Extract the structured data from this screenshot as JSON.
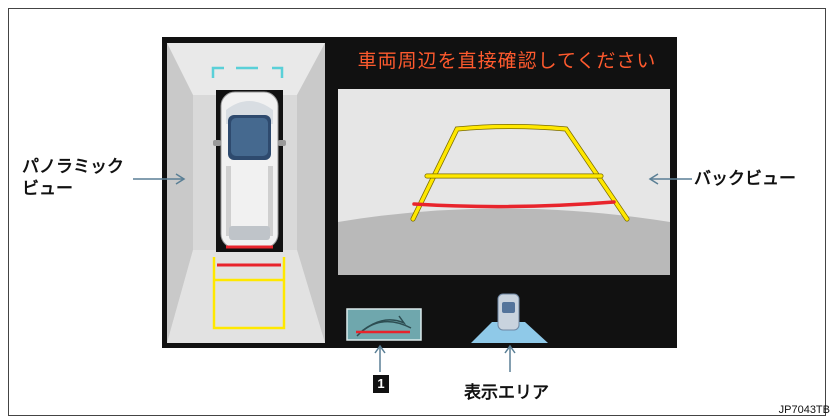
{
  "screen": {
    "message": "車両周辺を直接確認してください"
  },
  "labels": {
    "panorama_view": "パノラミック\nビュー",
    "back_view": "バックビュー",
    "display_area": "表示エリア",
    "callout_number": "1"
  },
  "figure_code": "JP7043TB",
  "colors": {
    "message_text": "#ff5a2e",
    "guide_yellow": "#ffe800",
    "guide_red": "#e8242c",
    "guide_cyan": "#5ad0d8",
    "button_teal": "#6fa7ad",
    "display_area_blue": "#8fc9e8"
  },
  "icons": {
    "guide_lines_button": "guide-lines-icon",
    "display_area_car": "car-top-icon"
  }
}
